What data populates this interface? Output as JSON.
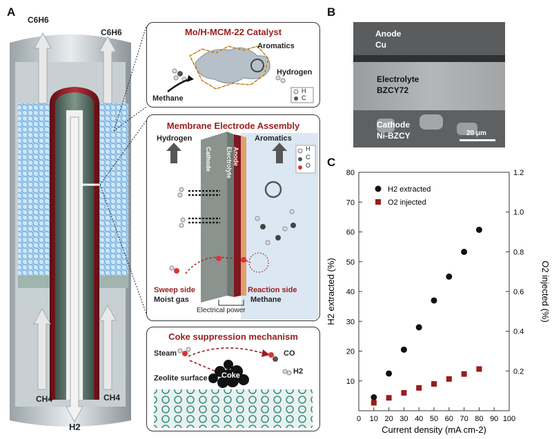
{
  "panels": {
    "a": "A",
    "b": "B",
    "c": "C"
  },
  "reactor": {
    "out_left": "C6H6",
    "out_right": "C6H6",
    "in_left": "CH4",
    "in_right": "CH4",
    "out_bottom": "H2"
  },
  "catalyst": {
    "title": "Mo/H-MCM-22 Catalyst",
    "aromatics": "Aromatics",
    "hydrogen": "Hydrogen",
    "methane": "Methane",
    "legend_h": "H",
    "legend_c": "C"
  },
  "mea": {
    "title": "Membrane Electrode Assembly",
    "hydrogen": "Hydrogen",
    "aromatics": "Aromatics",
    "cathode": "Cathode",
    "electrolyte": "Electrolyte",
    "anode": "Anode",
    "legend_h": "H",
    "legend_c": "C",
    "legend_o": "O",
    "sweep_side": "Sweep side",
    "moist_gas": "Moist gas",
    "reaction_side": "Reaction   side",
    "methane": "Methane",
    "electrical_power": "Electrical power"
  },
  "coke": {
    "title": "Coke suppression mechanism",
    "steam": "Steam",
    "co": "CO",
    "h2": "H2",
    "coke": "Coke",
    "zeolite_surface": "Zeolite surface"
  },
  "sem": {
    "anode": "Anode",
    "anode_mat": "Cu",
    "electrolyte": "Electrolyte",
    "electrolyte_mat": "BZCY72",
    "cathode": "Cathode",
    "cathode_mat": "Ni-BZCY",
    "scale": "20 μm"
  },
  "colors": {
    "accent_red": "#9b1c1c",
    "series_h2": "#111111",
    "series_o2": "#9b1c1c"
  },
  "chart_data": {
    "type": "scatter",
    "xlabel": "Current density (mA cm-2)",
    "ylabel_left": "H2 extracted (%)",
    "ylabel_right": "O2 injected (%)",
    "xlim": [
      0,
      100
    ],
    "ylim_left": [
      0,
      80
    ],
    "ylim_right": [
      0,
      1.2
    ],
    "xticks": [
      "0",
      "10",
      "20",
      "30",
      "40",
      "50",
      "60",
      "70",
      "80",
      "90",
      "100"
    ],
    "yticks_left": [
      "10",
      "20",
      "30",
      "40",
      "50",
      "60",
      "70",
      "80"
    ],
    "yticks_right": [
      "0.2",
      "0.4",
      "0.6",
      "0.8",
      "1.0",
      "1.2"
    ],
    "legend_placement": "top-left",
    "grid": false,
    "series": [
      {
        "name": "H2 extracted",
        "axis": "left",
        "marker": "circle",
        "x": [
          10,
          20,
          30,
          40,
          50,
          60,
          70,
          80
        ],
        "y": [
          4.5,
          12.5,
          20.5,
          28,
          37,
          45,
          53.3,
          60.7
        ]
      },
      {
        "name": "O2 injected",
        "axis": "right",
        "marker": "square",
        "x": [
          10,
          20,
          30,
          40,
          50,
          60,
          70,
          80
        ],
        "y": [
          0.04,
          0.065,
          0.09,
          0.115,
          0.135,
          0.16,
          0.185,
          0.21
        ]
      }
    ]
  }
}
